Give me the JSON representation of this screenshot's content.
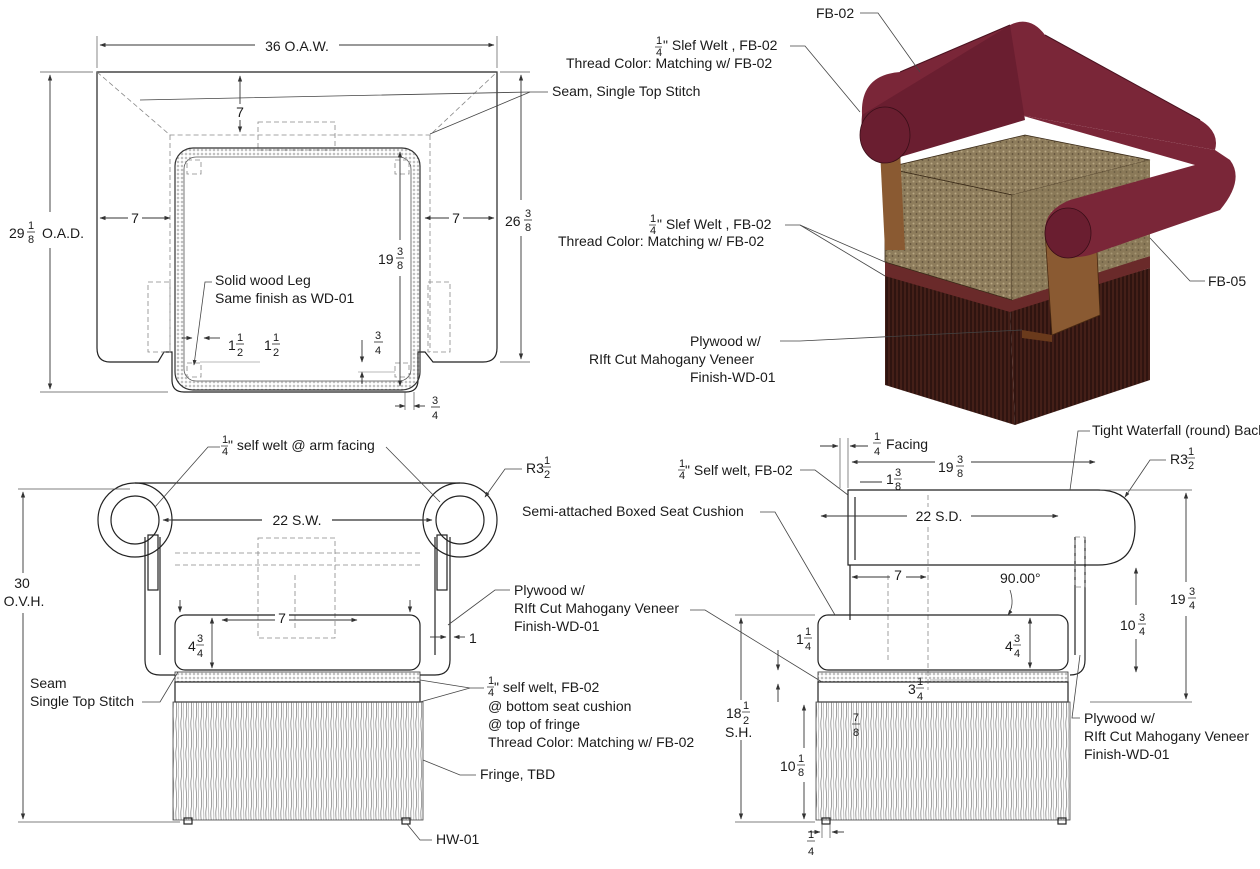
{
  "drawing": {
    "plan_view": {
      "width_dim": "36 O.A.W.",
      "depth_whole": "29",
      "depth_num": "1",
      "depth_den": "8",
      "depth_suffix": "O.A.D.",
      "back_depth": "7",
      "left_arm": "7",
      "right_arm": "7",
      "inner_depth_whole": "26",
      "inner_depth_num": "3",
      "inner_depth_den": "8",
      "seat_depth_whole": "19",
      "seat_depth_num": "3",
      "seat_depth_den": "8",
      "leg_note_line1": "Solid wood Leg",
      "leg_note_line2": "Same finish as WD-01",
      "leg_a_whole": "1",
      "leg_a_num": "1",
      "leg_a_den": "2",
      "leg_b_whole": "1",
      "leg_b_num": "1",
      "leg_b_den": "2",
      "leg_c_num": "3",
      "leg_c_den": "4",
      "leg_d_num": "3",
      "leg_d_den": "4",
      "seam_note": "Seam, Single Top Stitch"
    },
    "iso_view": {
      "fb02_top": "FB-02",
      "welt1_num": "1",
      "welt1_den": "4",
      "welt1_text": "\" Slef Welt , FB-02",
      "welt1_thread": "Thread Color: Matching w/ FB-02",
      "welt2_num": "1",
      "welt2_den": "4",
      "welt2_text": "\" Slef Welt , FB-02",
      "welt2_thread": "Thread Color: Matching w/ FB-02",
      "fb05": "FB-05",
      "ply_line1": "Plywood w/",
      "ply_line2": "RIft Cut Mahogany Veneer",
      "ply_line3": "Finish-WD-01"
    },
    "front_view": {
      "arm_welt_num": "1",
      "arm_welt_den": "4",
      "arm_welt_text": "\" self welt @ arm facing",
      "radius_prefix": "R3",
      "radius_num": "1",
      "radius_den": "2",
      "seat_width": "22 S.W.",
      "height_value": "30",
      "height_label": "O.V.H.",
      "ply_line1": "Plywood w/",
      "ply_line2": "RIft Cut Mahogany Veneer",
      "ply_line3": "Finish-WD-01",
      "seven": "7",
      "one": "1",
      "cushion_whole": "4",
      "cushion_num": "3",
      "cushion_den": "4",
      "seam_line1": "Seam",
      "seam_line2": "Single Top Stitch",
      "bottom_welt_num": "1",
      "bottom_welt_den": "4",
      "bottom_welt_text": "\" self welt, FB-02",
      "bottom_welt_l2": "@ bottom seat cushion",
      "bottom_welt_l3": "@ top of fringe",
      "bottom_welt_l4": "Thread Color: Matching w/ FB-02",
      "fringe": "Fringe, TBD",
      "hw": "HW-01"
    },
    "side_view": {
      "facing_num": "1",
      "facing_den": "4",
      "facing_text": "Facing",
      "back_note": "Tight Waterfall (round) Back",
      "self_welt_num": "1",
      "self_welt_den": "4",
      "self_welt_text": "\" Self welt, FB-02",
      "radius_prefix": "R3",
      "radius_num": "1",
      "radius_den": "2",
      "top_depth_whole": "19",
      "top_depth_num": "3",
      "top_depth_den": "8",
      "offset_whole": "1",
      "offset_num": "3",
      "offset_den": "8",
      "cushion_note": "Semi-attached Boxed Seat Cushion",
      "seat_depth": "22 S.D.",
      "seven": "7",
      "angle": "90.00°",
      "arm_height_whole": "10",
      "arm_height_num": "3",
      "arm_height_den": "4",
      "overall_whole": "19",
      "overall_num": "3",
      "overall_den": "4",
      "welt_h_whole": "1",
      "welt_h_num": "1",
      "welt_h_den": "4",
      "cushion_whole": "4",
      "cushion_num": "3",
      "cushion_den": "4",
      "base_whole": "3",
      "base_num": "1",
      "base_den": "4",
      "seat_h_whole": "18",
      "seat_h_num": "1",
      "seat_h_den": "2",
      "seat_h_label": "S.H.",
      "fringe_offset_num": "7",
      "fringe_offset_den": "8",
      "fringe_whole": "10",
      "fringe_num": "1",
      "fringe_den": "8",
      "ply_line1": "Plywood w/",
      "ply_line2": "RIft Cut Mahogany Veneer",
      "ply_line3": "Finish-WD-01",
      "foot_num": "1",
      "foot_den": "4"
    },
    "colors": {
      "upholstery_red": "#7a2638",
      "seat_fabric": "#9a8a68",
      "wood": "#8a5a32",
      "fringe_dark": "#3a1a14"
    }
  }
}
